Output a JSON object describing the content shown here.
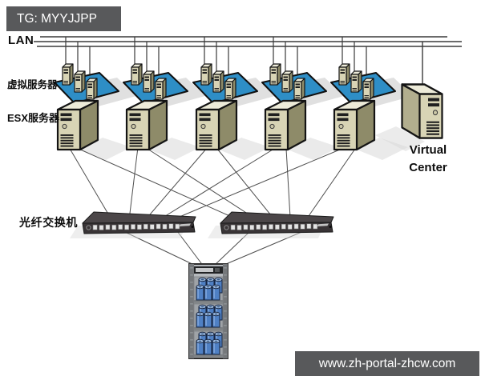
{
  "badges": {
    "tg": "TG: MYYJJPP",
    "site": "www.zh-portal-zhcw.com"
  },
  "labels": {
    "lan": "LAN",
    "virtual_servers": "虚拟服务器",
    "esx_servers": "ESX服务器",
    "fiber_switch": "光纤交换机",
    "virtual_center_line1": "Virtual",
    "virtual_center_line2": "Center"
  },
  "topology": {
    "esx_host_count": 5,
    "vms_per_host": 3,
    "fiber_switch_count": 2,
    "switch_port_count": 14,
    "storage_shelves": 3,
    "drives_per_shelf": 6,
    "links_per_host_to_switches": 2,
    "links_per_switch_to_storage": 2
  },
  "colors": {
    "badge_bg": "#58595b",
    "vm_platform_blue": "#2e8ec6",
    "platform_shadow": "#e0e0e0",
    "tower_front": "#d8d4b5",
    "tower_side": "#8e8b69",
    "tower_side_light": "#b2ae8e",
    "tower_top": "#edebd9",
    "detail_dark": "#1f1f1f",
    "switch_top": "#4b4648",
    "switch_front": "#393436",
    "port_face": "#e4e4e4",
    "storage_body": "#b6babe",
    "storage_rail": "#75787b",
    "shelf_bg": "#9fa3a7",
    "drive_blue": "#4f80c4",
    "drive_top": "#a9c6ec",
    "bus_line": "#3a3a3a",
    "line": "#4d4d4d",
    "shadow": "#d8d8d8"
  }
}
